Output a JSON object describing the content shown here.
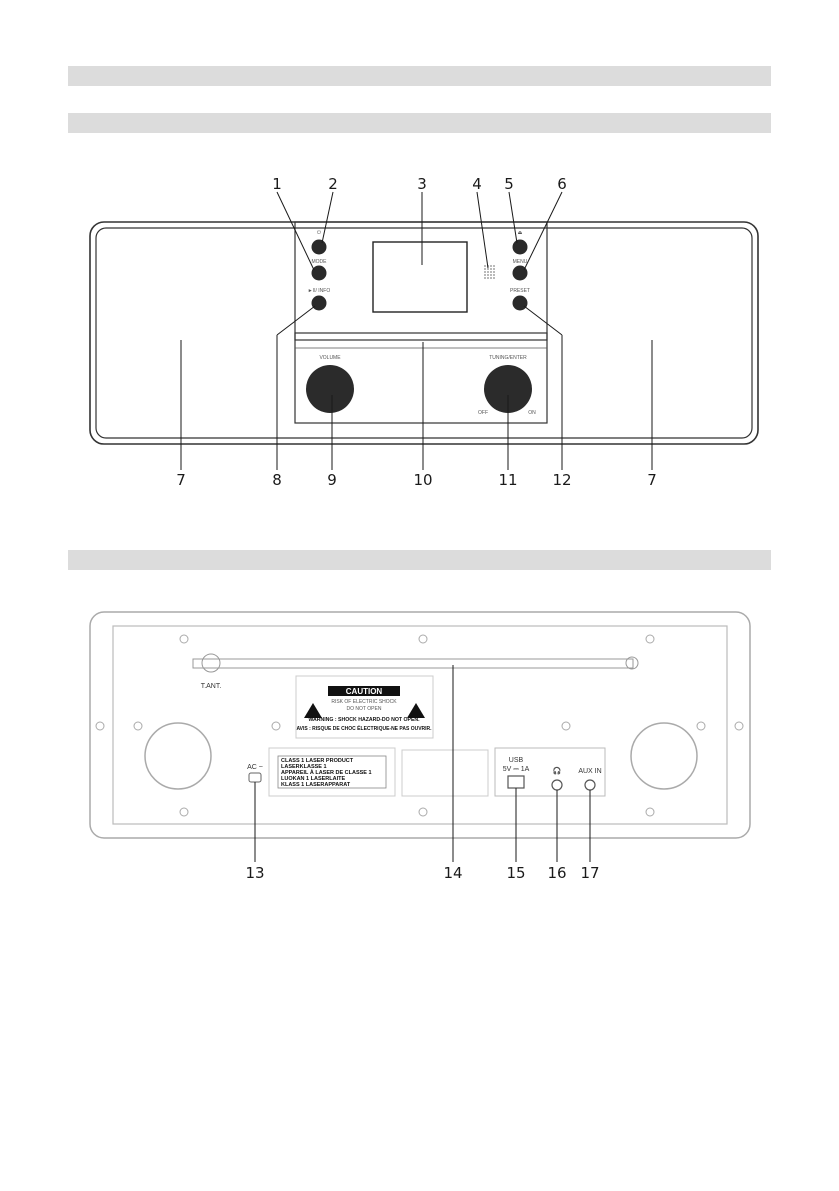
{
  "header_bands": [
    "",
    "",
    ""
  ],
  "front": {
    "callouts": [
      "1",
      "2",
      "3",
      "4",
      "5",
      "6",
      "7",
      "8",
      "9",
      "10",
      "11",
      "12",
      "7"
    ],
    "labels": {
      "mode": "MODE",
      "play_info": "►II/ INFO",
      "menu": "MENU",
      "preset": "PRESET",
      "volume": "VOLUME",
      "tuning": "TUNING/ENTER",
      "off": "OFF",
      "on": "ON"
    }
  },
  "back": {
    "callouts": [
      "13",
      "14",
      "15",
      "16",
      "17"
    ],
    "labels": {
      "antenna": "T.ANT.",
      "caution_title": "CAUTION",
      "caution_sub1": "RISK OF ELECTRIC SHOCK",
      "caution_sub2": "DO NOT OPEN",
      "warning": "WARNING : SHOCK HAZARD-DO NOT OPEN.",
      "avis": "AVIS : RISQUE DE CHOC ÉLECTRIQUE-NE PAS OUVRIR.",
      "laser": [
        "CLASS 1 LASER PRODUCT",
        "LASERKLASSE 1",
        "APPAREIL À LASER DE CLASSE 1",
        "LUOKAN 1 LASERLAITE",
        "KLASS 1 LASERAPPARAT"
      ],
      "ac": "AC ~",
      "usb1": "USB",
      "usb2": "5V ⎓ 1A",
      "headphone": "🎧",
      "aux": "AUX IN"
    }
  }
}
